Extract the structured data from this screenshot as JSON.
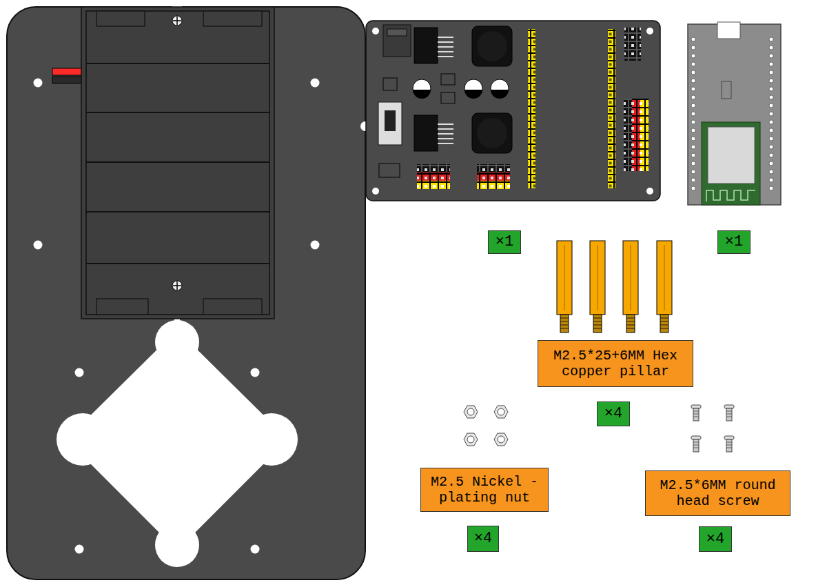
{
  "diagram": {
    "nodes": [
      {
        "text": [
          "×1"
        ]
      },
      {
        "text": [
          "×1"
        ]
      },
      {
        "text": [
          "M2.5*25+6MM Hex copper pillar"
        ]
      },
      {
        "text": [
          "×4"
        ]
      },
      {
        "text": [
          "M2.5 Nickel -plating nut"
        ]
      },
      {
        "text": [
          "M2.5*6MM round head screw"
        ]
      },
      {
        "text": [
          "×4"
        ]
      },
      {
        "text": [
          "×4"
        ]
      }
    ]
  }
}
